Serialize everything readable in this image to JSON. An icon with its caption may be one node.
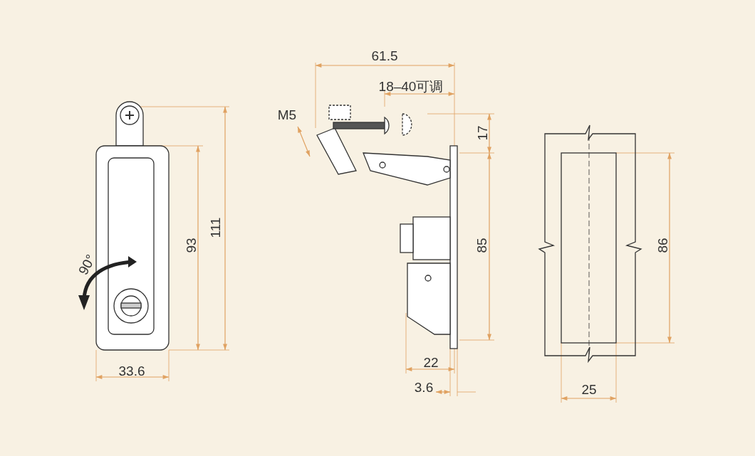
{
  "diagram": {
    "labels": [
      "61.5",
      "18–40可调",
      "M5",
      "17",
      "90°",
      "93",
      "111",
      "85",
      "86",
      "33.6",
      "22",
      "3.6",
      "25"
    ]
  }
}
